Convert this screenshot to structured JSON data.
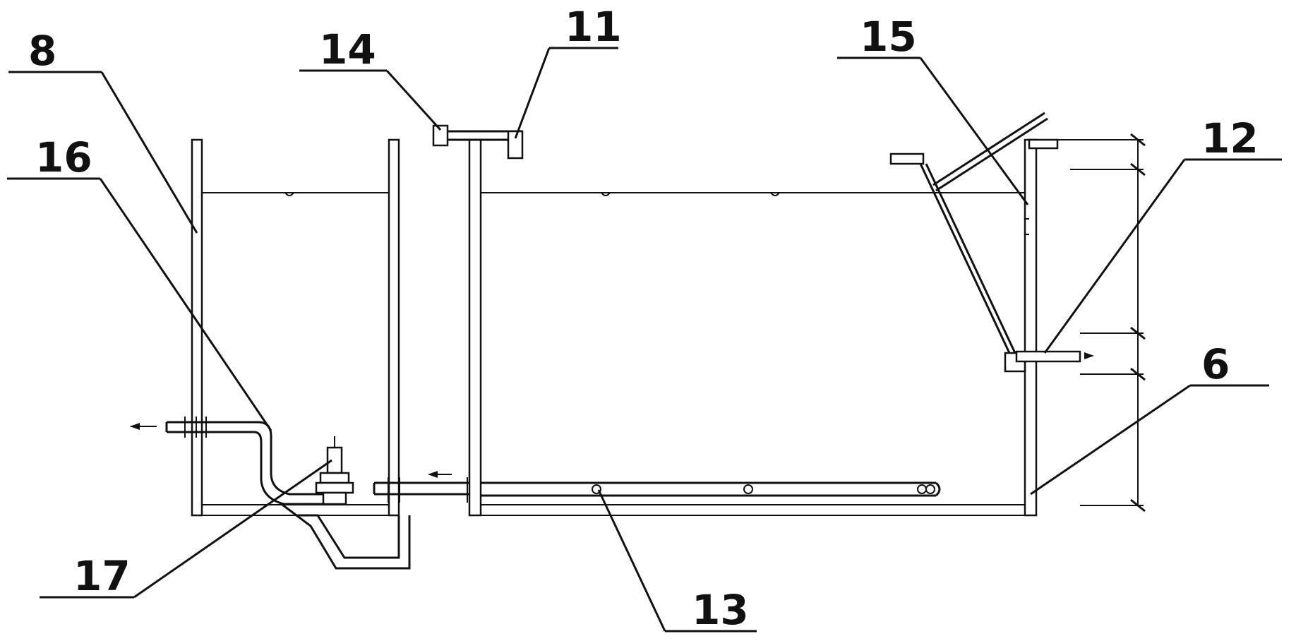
{
  "diagram": {
    "labels": {
      "l8": "8",
      "l16": "16",
      "l14": "14",
      "l11": "11",
      "l15": "15",
      "l12": "12",
      "l6": "6",
      "l17": "17",
      "l13": "13"
    },
    "colors": {
      "stroke": "#111111",
      "background": "#ffffff"
    }
  }
}
